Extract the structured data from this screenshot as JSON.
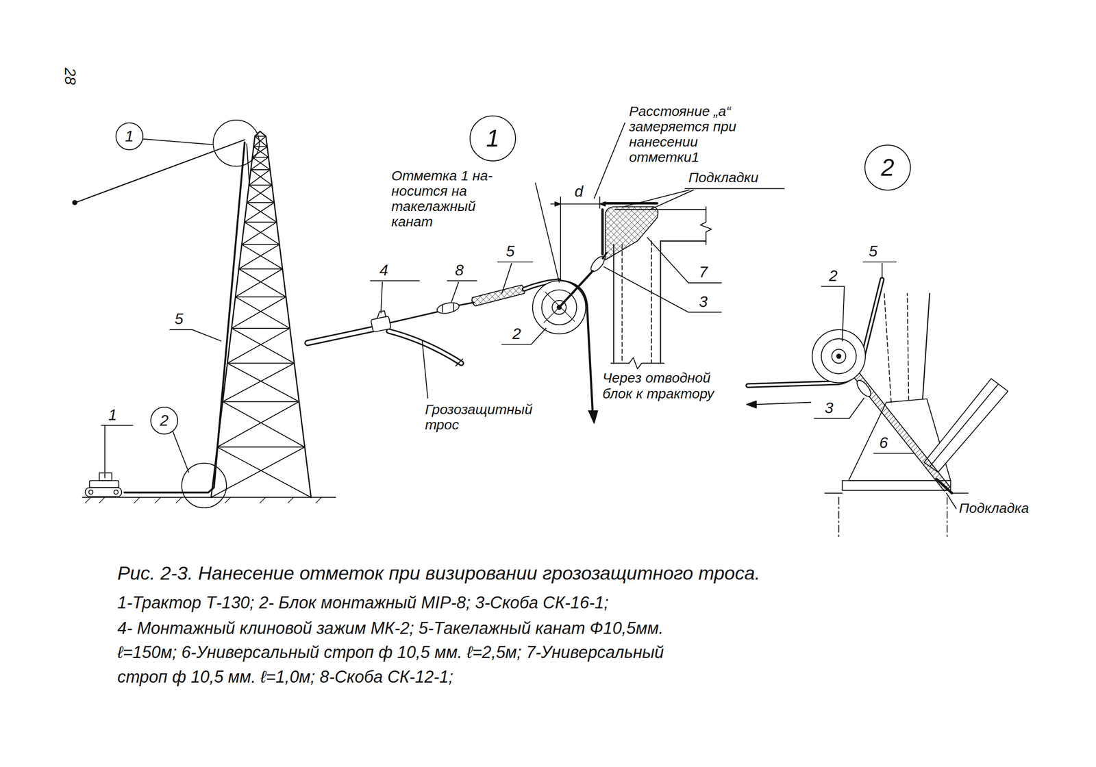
{
  "diagram": {
    "caption": "Рис. 2-3. Нанесение отметок при визировании грозозащитного троса.",
    "nodes": [
      {
        "text": [
          "1"
        ]
      },
      {
        "text": [
          "2"
        ]
      },
      {
        "text": [
          "1"
        ]
      },
      {
        "text": [
          "2"
        ]
      }
    ],
    "labels": [
      "28",
      "1",
      "5",
      "4",
      "8",
      "5",
      "2",
      "d",
      "Отметка 1 на- носится на такелажный канат",
      "Расстояние „а“ замеряется при нанесении отметки1",
      "Подкладки",
      "7",
      "3",
      "Грозозащитный трос",
      "Через отводной блок к трактору",
      "2",
      "5",
      "3",
      "6",
      "Подкладка",
      "1-Трактор Т-130; 2- Блок монтажный МІР-8; 3-Скоба СК-16-1;",
      "4- Монтажный клиновой зажим МК-2; 5-Такелажный канат Ф10,5мм.",
      "ℓ=150м; 6-Универсальный строп ф 10,5 мм. ℓ=2,5м; 7-Универсальный",
      "строп ф 10,5 мм. ℓ=1,0м; 8-Скоба СК-12-1;"
    ]
  }
}
